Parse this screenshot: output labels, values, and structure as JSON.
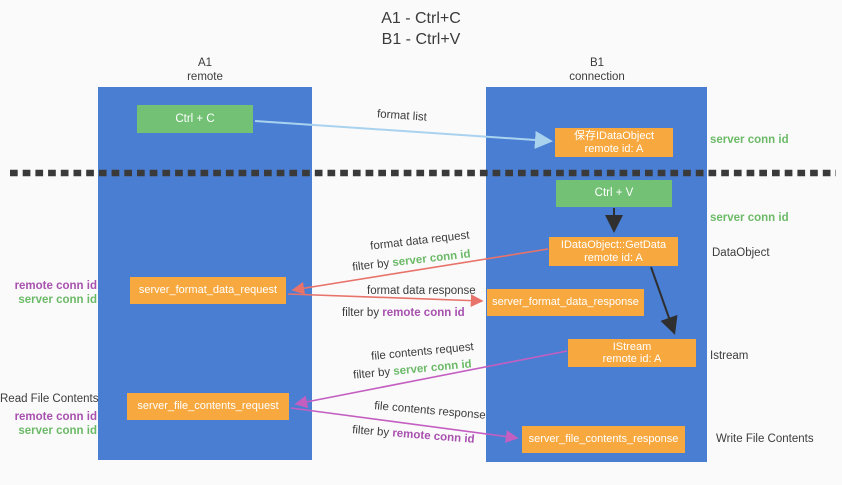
{
  "title": {
    "line1": "A1 - Ctrl+C",
    "line2": "B1 - Ctrl+V"
  },
  "columns": {
    "a": {
      "name": "A1",
      "subtitle": "remote"
    },
    "b": {
      "name": "B1",
      "subtitle": "connection"
    }
  },
  "nodes": {
    "ctrl_c": "Ctrl + C",
    "ctrl_v": "Ctrl + V",
    "save_dataobject": {
      "line1": "保存IDataObject",
      "line2": "remote id: A"
    },
    "getdata": {
      "line1": "IDataObject::GetData",
      "line2": "remote id: A"
    },
    "istream": {
      "line1": "IStream",
      "line2": "remote id: A"
    },
    "format_request": "server_format_data_request",
    "format_response": "server_format_data_response",
    "file_request": "server_file_contents_request",
    "file_response": "server_file_contents_response"
  },
  "flow_labels": {
    "format_list": "format list",
    "format_data_request": "format data request",
    "format_data_response": "format data response",
    "file_contents_request": "file contents request",
    "file_contents_response": "file contents response",
    "filter_by": "filter by ",
    "server_conn_id": "server conn id",
    "remote_conn_id": "remote conn id"
  },
  "side_labels": {
    "server_conn_id": "server conn id",
    "remote_conn_id": "remote conn id",
    "dataobject": "DataObject",
    "istream": "Istream",
    "write_file_contents": "Write File Contents",
    "read_file_contents": "Read File Contents"
  },
  "colors": {
    "column_fill": "#4a7ed2",
    "action_box_fill": "#72c175",
    "message_box_fill": "#f7a940",
    "server_conn_id_text": "#6cba68",
    "remote_conn_id_text": "#a851af",
    "format_list_arrow": "#a9d2ef",
    "format_data_arrow": "#e8736b",
    "file_contents_arrow": "#c45fc2",
    "control_arrow": "#2f2f2f",
    "separator_line": "#3a3a3a",
    "background": "#fafafa"
  }
}
